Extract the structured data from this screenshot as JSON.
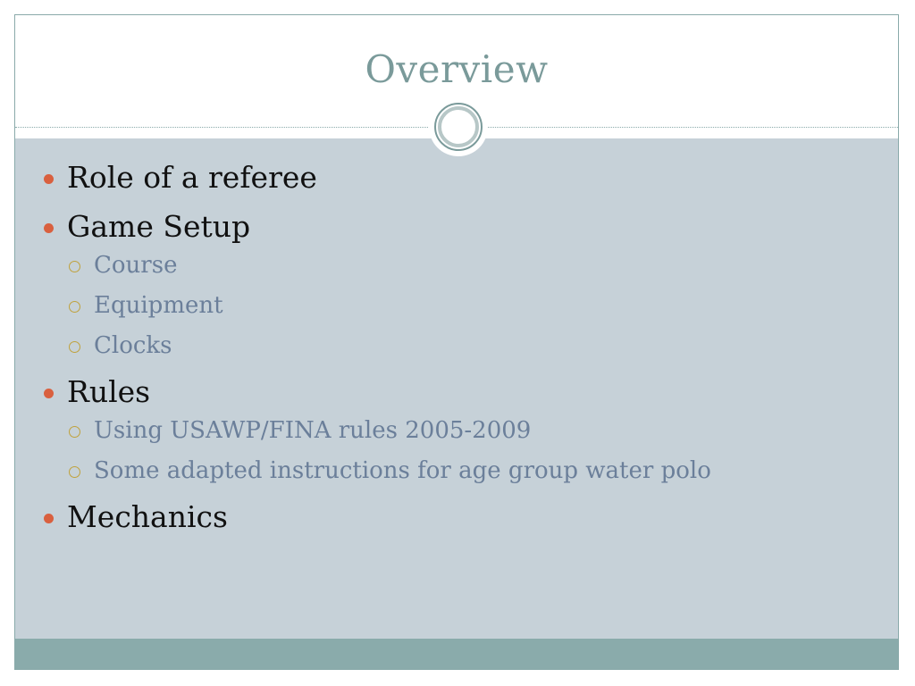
{
  "slide": {
    "title": "Overview",
    "bullets": [
      {
        "text": "Role of a referee",
        "sub": []
      },
      {
        "text": "Game Setup",
        "sub": [
          "Course",
          "Equipment",
          "Clocks"
        ]
      },
      {
        "text": "Rules",
        "sub": [
          "Using USAWP/FINA rules 2005-2009",
          "Some adapted instructions for age group water polo"
        ]
      },
      {
        "text": "Mechanics",
        "sub": []
      }
    ]
  },
  "colors": {
    "title": "#7a9a9a",
    "content_bg": "#c6d1d8",
    "footer_bar": "#8aabab",
    "bullet_dot": "#d9603f",
    "sub_bullet_ring": "#c0a23c",
    "sub_text": "#6b7f9a",
    "main_text": "#111111"
  },
  "icons": {
    "bullet": "filled-circle-bullet-icon",
    "sub_bullet": "hollow-circle-bullet-icon",
    "ornament": "double-ring-ornament-icon"
  }
}
